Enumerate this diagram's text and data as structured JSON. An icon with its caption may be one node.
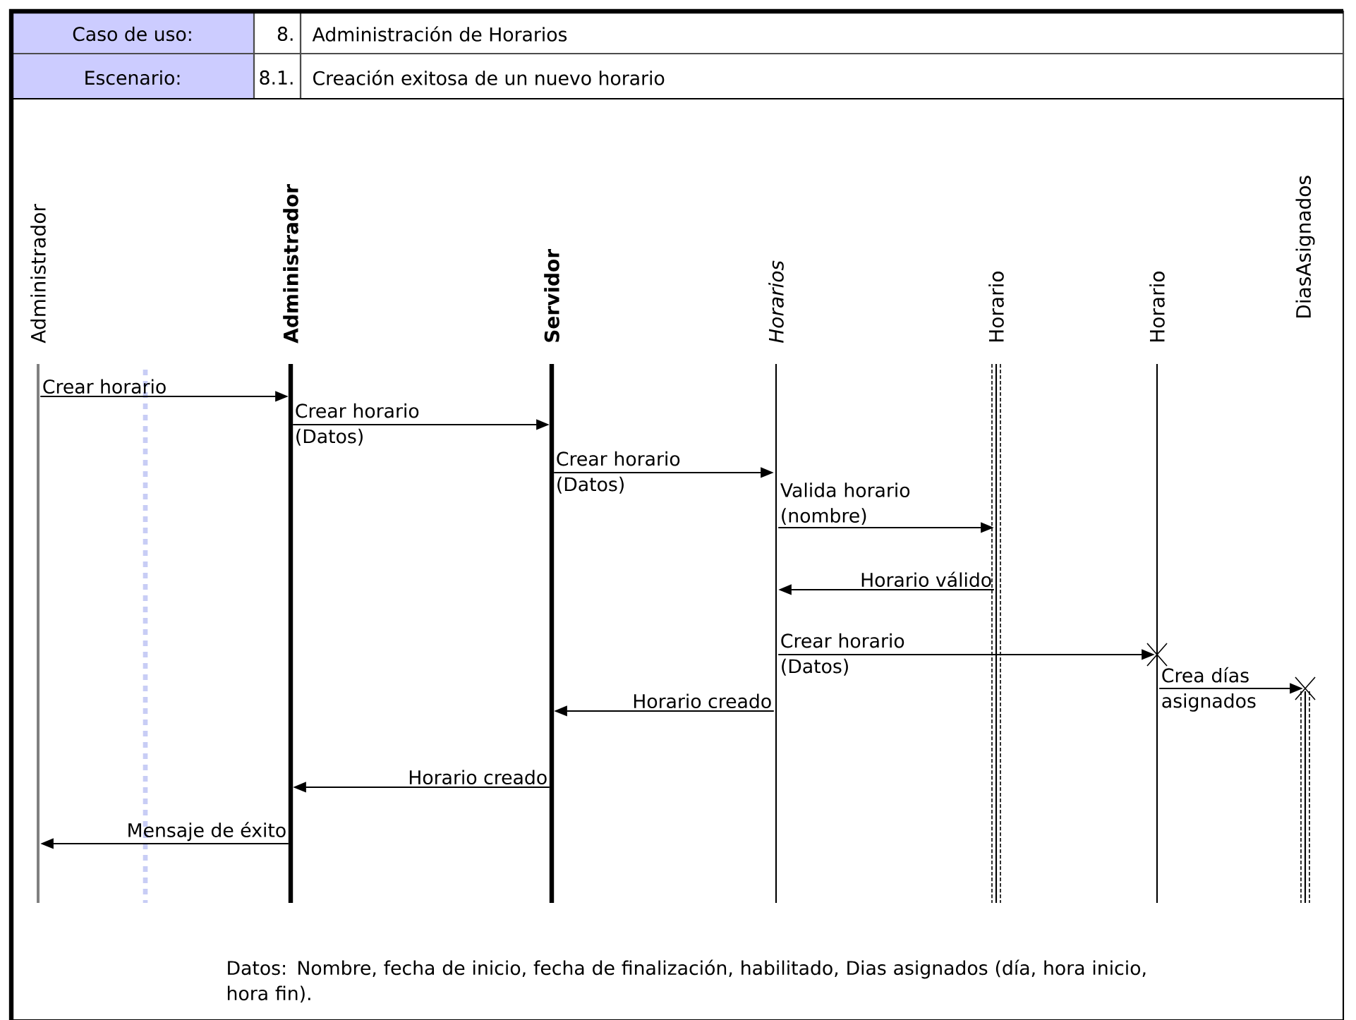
{
  "diagram": {
    "nodes": [
      {
        "text": [
          "Administrador"
        ]
      },
      {
        "text": [
          "Administrador"
        ]
      },
      {
        "text": [
          "Servidor"
        ]
      },
      {
        "text": [
          "Horarios"
        ]
      },
      {
        "text": [
          "Horario"
        ]
      },
      {
        "text": [
          "Horario"
        ]
      },
      {
        "text": [
          "DiasAsignados"
        ]
      }
    ],
    "edges": [
      {
        "from": 0,
        "to": 1,
        "arrow": "to",
        "label": "Crear horario"
      },
      {
        "from": 1,
        "to": 2,
        "arrow": "to",
        "label": "Crear horario (Datos)"
      },
      {
        "from": 2,
        "to": 3,
        "arrow": "to",
        "label": "Crear horario (Datos)"
      },
      {
        "from": 3,
        "to": 4,
        "arrow": "to",
        "label": "Valida horario (nombre)"
      },
      {
        "from": 4,
        "to": 3,
        "arrow": "to",
        "label": "Horario válido"
      },
      {
        "from": 3,
        "to": 5,
        "arrow": "to",
        "label": "Crear horario (Datos)"
      },
      {
        "from": 5,
        "to": 6,
        "arrow": "to",
        "label": "Crea días asignados"
      },
      {
        "from": 3,
        "to": 2,
        "arrow": "to",
        "label": "Horario creado"
      },
      {
        "from": 2,
        "to": 1,
        "arrow": "to",
        "label": "Horario creado"
      },
      {
        "from": 1,
        "to": 0,
        "arrow": "to",
        "label": "Mensaje de éxito"
      }
    ],
    "labels": [
      "Caso de uso:",
      "8.",
      "Administración de Horarios",
      "Escenario:",
      "8.1.",
      "Creación exitosa de un nuevo horario",
      "Datos: Nombre, fecha de inicio, fecha de finalización, habilitado, Dias asignados (día, hora inicio, hora fin)."
    ]
  }
}
